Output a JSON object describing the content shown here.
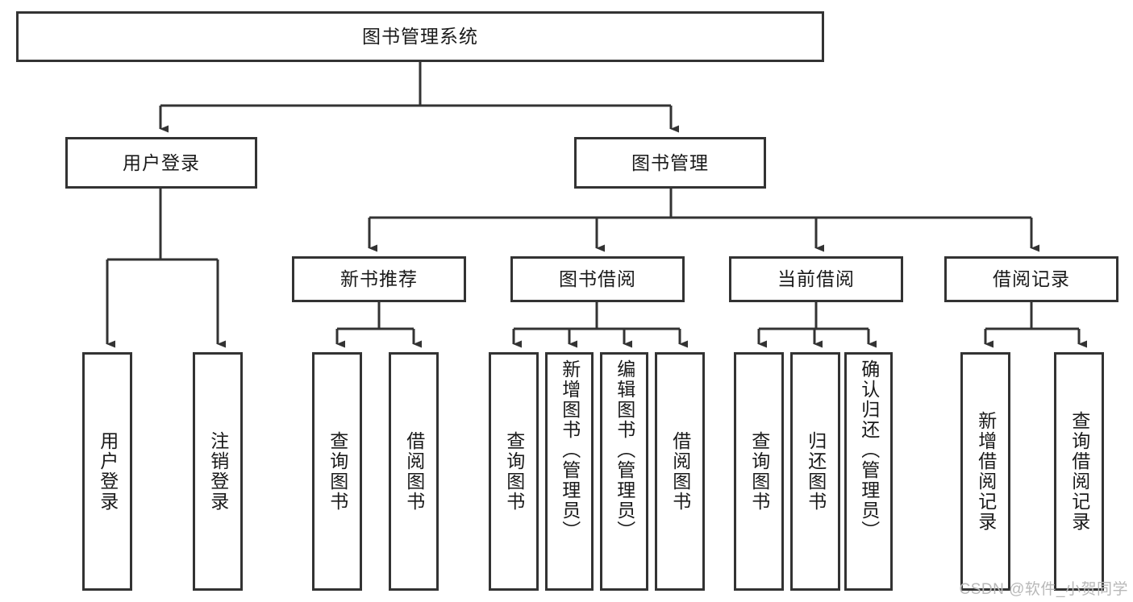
{
  "diagram": {
    "type": "tree-hierarchy-flowchart",
    "title": "图书管理系统",
    "colors": {
      "box_border": "#333333",
      "box_fill": "#ffffff",
      "text": "#1a1a1a",
      "connector": "#333333",
      "watermark": "#b8b8b8",
      "background": "#ffffff"
    },
    "levels": {
      "level1": {
        "label": "图书管理系统"
      },
      "level2": [
        {
          "label": "用户登录"
        },
        {
          "label": "图书管理"
        }
      ],
      "level3": [
        {
          "label": "新书推荐"
        },
        {
          "label": "图书借阅"
        },
        {
          "label": "当前借阅"
        },
        {
          "label": "借阅记录"
        }
      ],
      "leaves": {
        "user_login": [
          {
            "label": "用户登录"
          },
          {
            "label": "注销登录"
          }
        ],
        "new_book_recommend": [
          {
            "label": "查询图书"
          },
          {
            "label": "借阅图书"
          }
        ],
        "book_borrow": [
          {
            "label": "查询图书"
          },
          {
            "label": "新增图书（管理员）"
          },
          {
            "label": "编辑图书（管理员）"
          },
          {
            "label": "借阅图书"
          }
        ],
        "current_borrow": [
          {
            "label": "查询图书"
          },
          {
            "label": "归还图书"
          },
          {
            "label": "确认归还（管理员）"
          }
        ],
        "borrow_record": [
          {
            "label": "新增借阅记录"
          },
          {
            "label": "查询借阅记录"
          }
        ]
      }
    },
    "watermark": "CSDN @软件_小贺同学"
  }
}
